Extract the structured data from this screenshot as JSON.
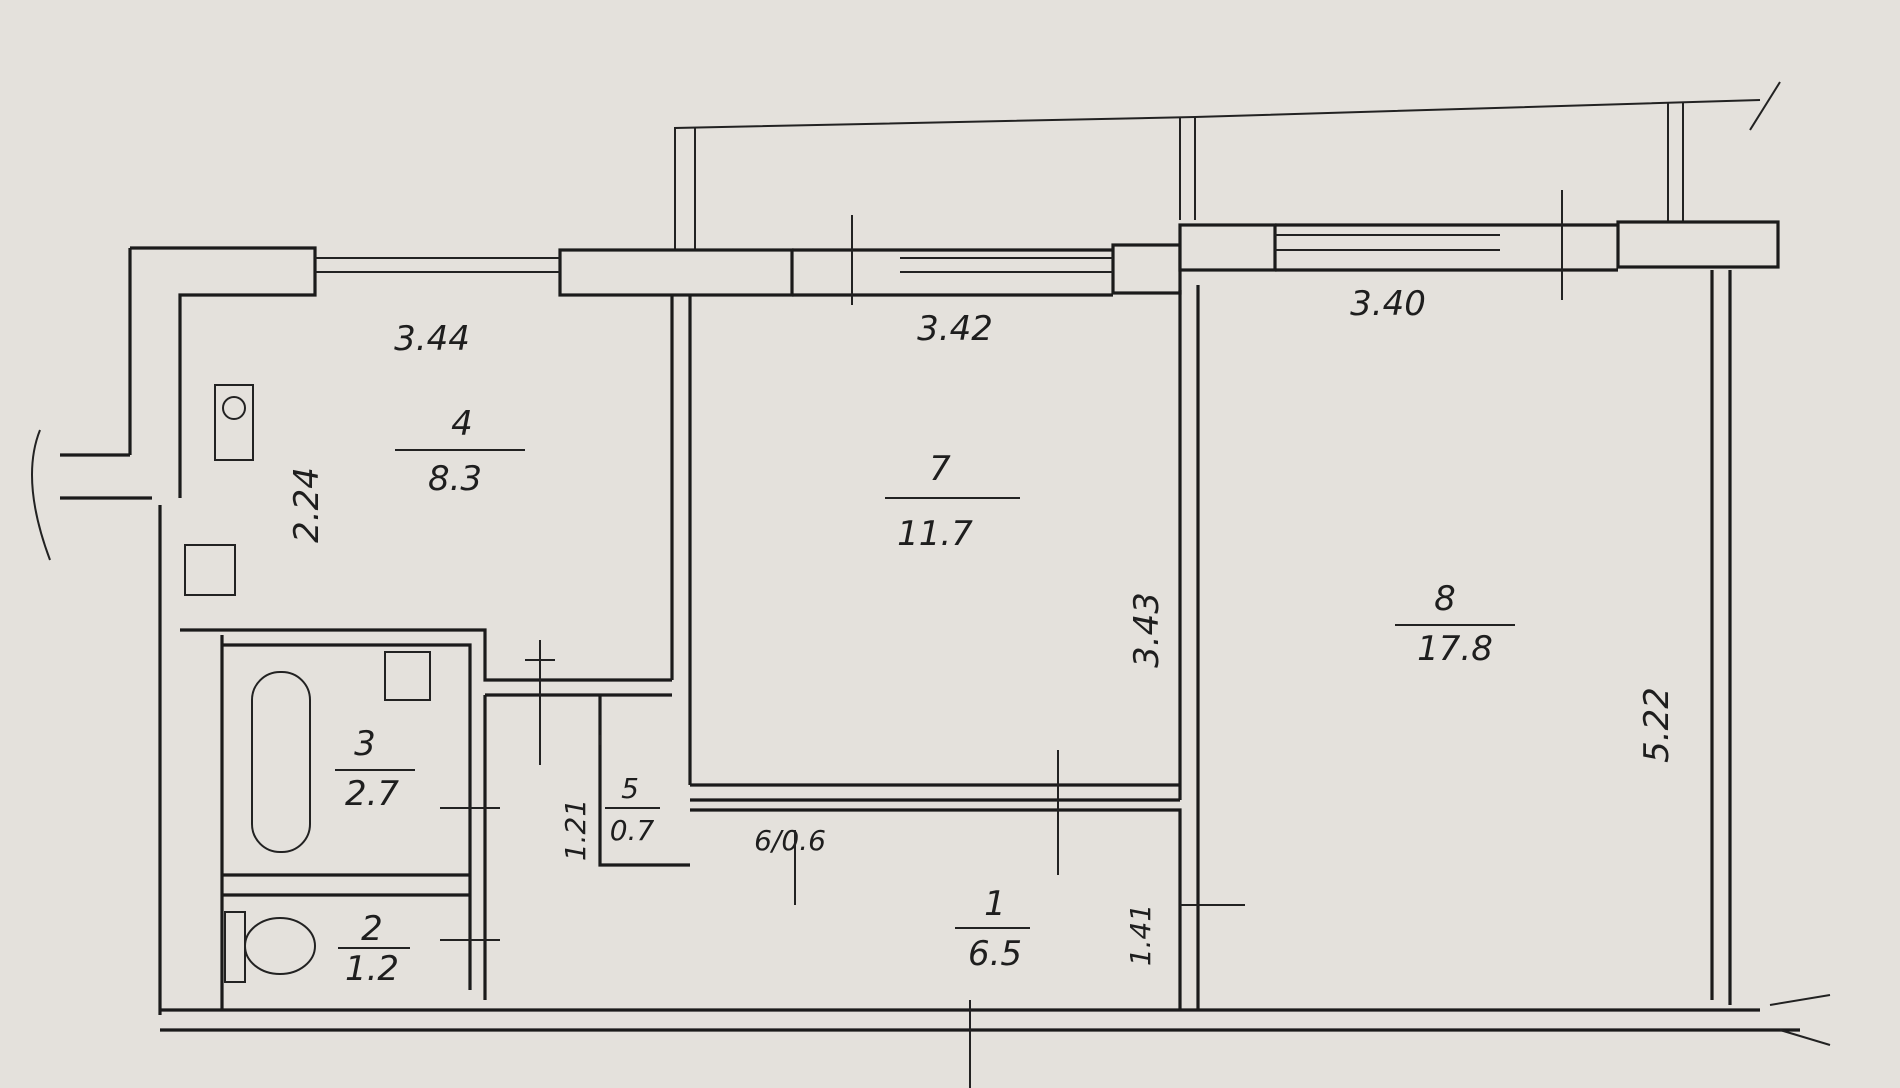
{
  "rooms": [
    {
      "id": "4",
      "area": "8.3"
    },
    {
      "id": "7",
      "area": "11.7"
    },
    {
      "id": "8",
      "area": "17.8"
    },
    {
      "id": "3",
      "area": "2.7"
    },
    {
      "id": "2",
      "area": "1.2"
    },
    {
      "id": "1",
      "area": "6.5"
    },
    {
      "id": "5",
      "area": "0.7"
    },
    {
      "id": "6",
      "area": "0.6"
    }
  ],
  "dimensions": {
    "kitchen_width": "3.44",
    "kitchen_depth": "2.24",
    "room7_width": "3.42",
    "room7_depth": "3.43",
    "room8_width": "3.40",
    "room8_depth": "5.22",
    "hall_depth": "1.41",
    "closet_depth": "1.21"
  },
  "room6_label": "6/0.6"
}
